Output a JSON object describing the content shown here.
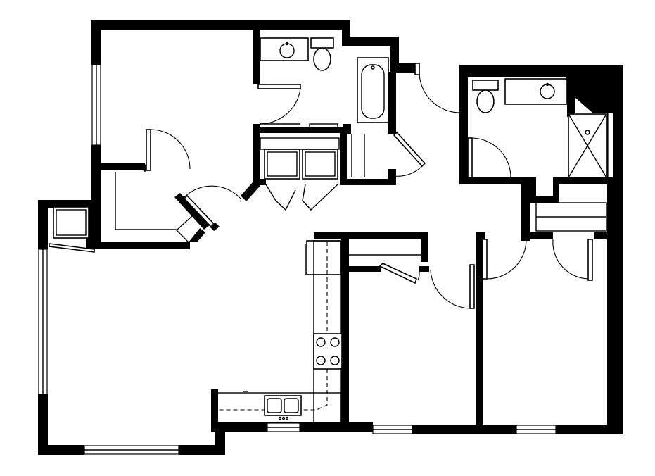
{
  "floor_plan": {
    "rooms": [
      {
        "id": "living-dining",
        "label": ""
      },
      {
        "id": "bedroom-1",
        "label": ""
      },
      {
        "id": "bedroom-2",
        "label": ""
      },
      {
        "id": "bedroom-3",
        "label": ""
      },
      {
        "id": "bathroom-1",
        "label": ""
      },
      {
        "id": "bathroom-2",
        "label": ""
      },
      {
        "id": "kitchen",
        "label": ""
      },
      {
        "id": "laundry",
        "label": ""
      }
    ],
    "colors": {
      "wall": "#000000",
      "background": "#ffffff"
    }
  }
}
